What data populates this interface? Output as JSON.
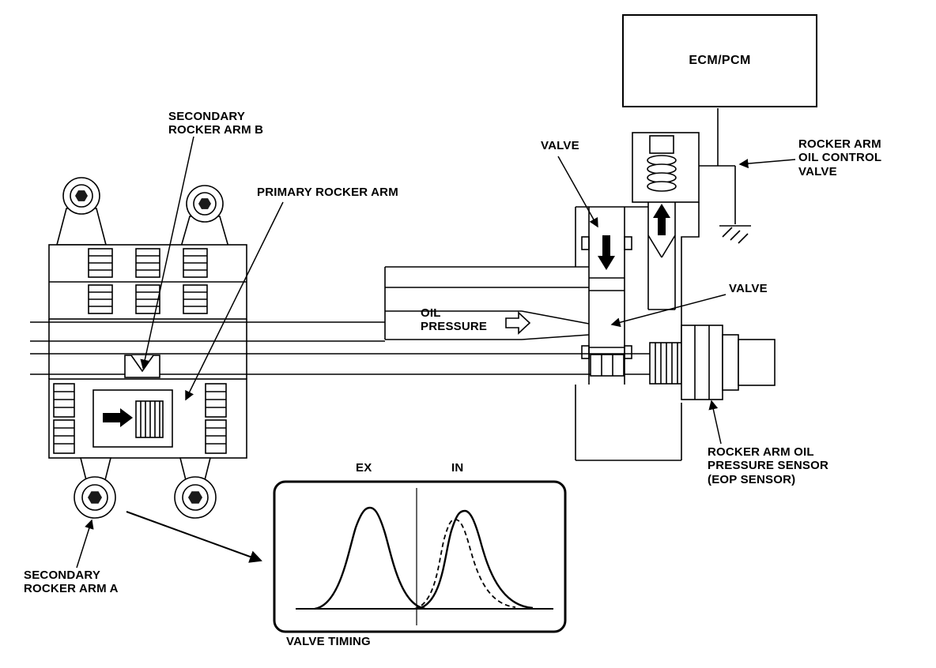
{
  "diagram": {
    "labels": {
      "ecm_pcm": "ECM/PCM",
      "valve_top": "VALVE",
      "rocker_arm_oil_control_valve": "ROCKER ARM\nOIL CONTROL\nVALVE",
      "valve_right": "VALVE",
      "oil_pressure": "OIL\nPRESSURE",
      "eop_sensor": "ROCKER ARM OIL\nPRESSURE SENSOR\n(EOP SENSOR)",
      "secondary_rocker_arm_b": "SECONDARY\nROCKER ARM B",
      "primary_rocker_arm": "PRIMARY ROCKER ARM",
      "secondary_rocker_arm_a": "SECONDARY\nROCKER ARM A",
      "ex": "EX",
      "in": "IN",
      "valve_timing": "VALVE TIMING"
    },
    "colors": {
      "line": "#000000",
      "background": "#ffffff",
      "dark_fill": "#1a1a1a"
    }
  }
}
